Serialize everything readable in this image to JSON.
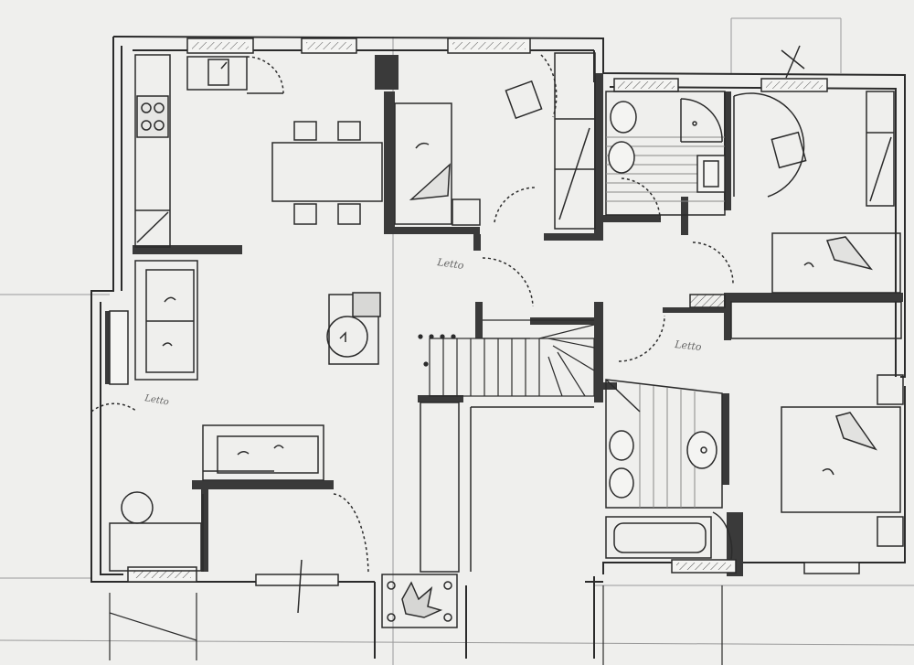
{
  "drawing": {
    "paper_color": "#efefed",
    "ink_color": "#2b2b2b",
    "wall_fill": "#3a3a3a",
    "rooms": [
      "kitchen-dining",
      "living-area",
      "bedroom-single",
      "bathroom-upper",
      "bedroom-right",
      "bathroom-lower",
      "bedroom-double",
      "stairwell",
      "entrance-hall"
    ],
    "annotations": {
      "note_1": "Letto",
      "note_2": "Letto",
      "note_3": "Letto"
    }
  }
}
